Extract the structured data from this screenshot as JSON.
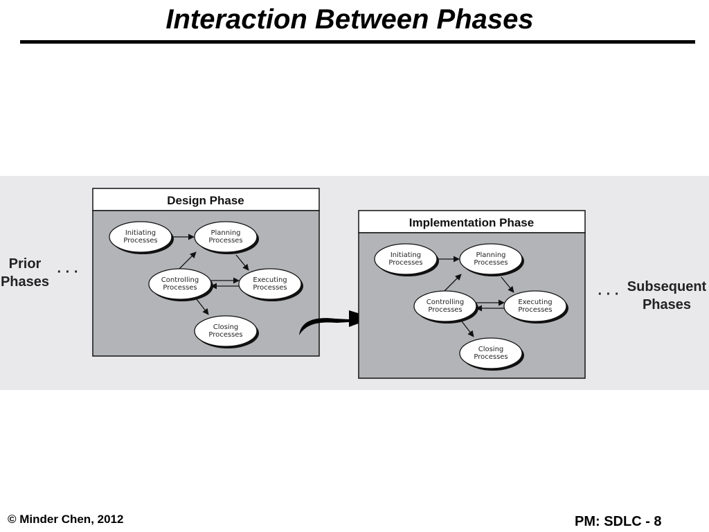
{
  "slide": {
    "title": "Interaction Between Phases",
    "footer_left": "© Minder Chen, 2012",
    "footer_right": "PM: SDLC - 8"
  },
  "diagram": {
    "prior": {
      "line1": "Prior",
      "line2": "Phases",
      "ellipsis": "· · ·"
    },
    "subsequent": {
      "line1": "Subsequent",
      "line2": "Phases",
      "ellipsis": "· · ·"
    },
    "phases": [
      {
        "title": "Design Phase",
        "nodes": {
          "initiating": [
            "Initiating",
            "Processes"
          ],
          "planning": [
            "Planning",
            "Processes"
          ],
          "controlling": [
            "Controlling",
            "Processes"
          ],
          "executing": [
            "Executing",
            "Processes"
          ],
          "closing": [
            "Closing",
            "Processes"
          ]
        }
      },
      {
        "title": "Implementation Phase",
        "nodes": {
          "initiating": [
            "Initiating",
            "Processes"
          ],
          "planning": [
            "Planning",
            "Processes"
          ],
          "controlling": [
            "Controlling",
            "Processes"
          ],
          "executing": [
            "Executing",
            "Processes"
          ],
          "closing": [
            "Closing",
            "Processes"
          ]
        }
      }
    ]
  }
}
